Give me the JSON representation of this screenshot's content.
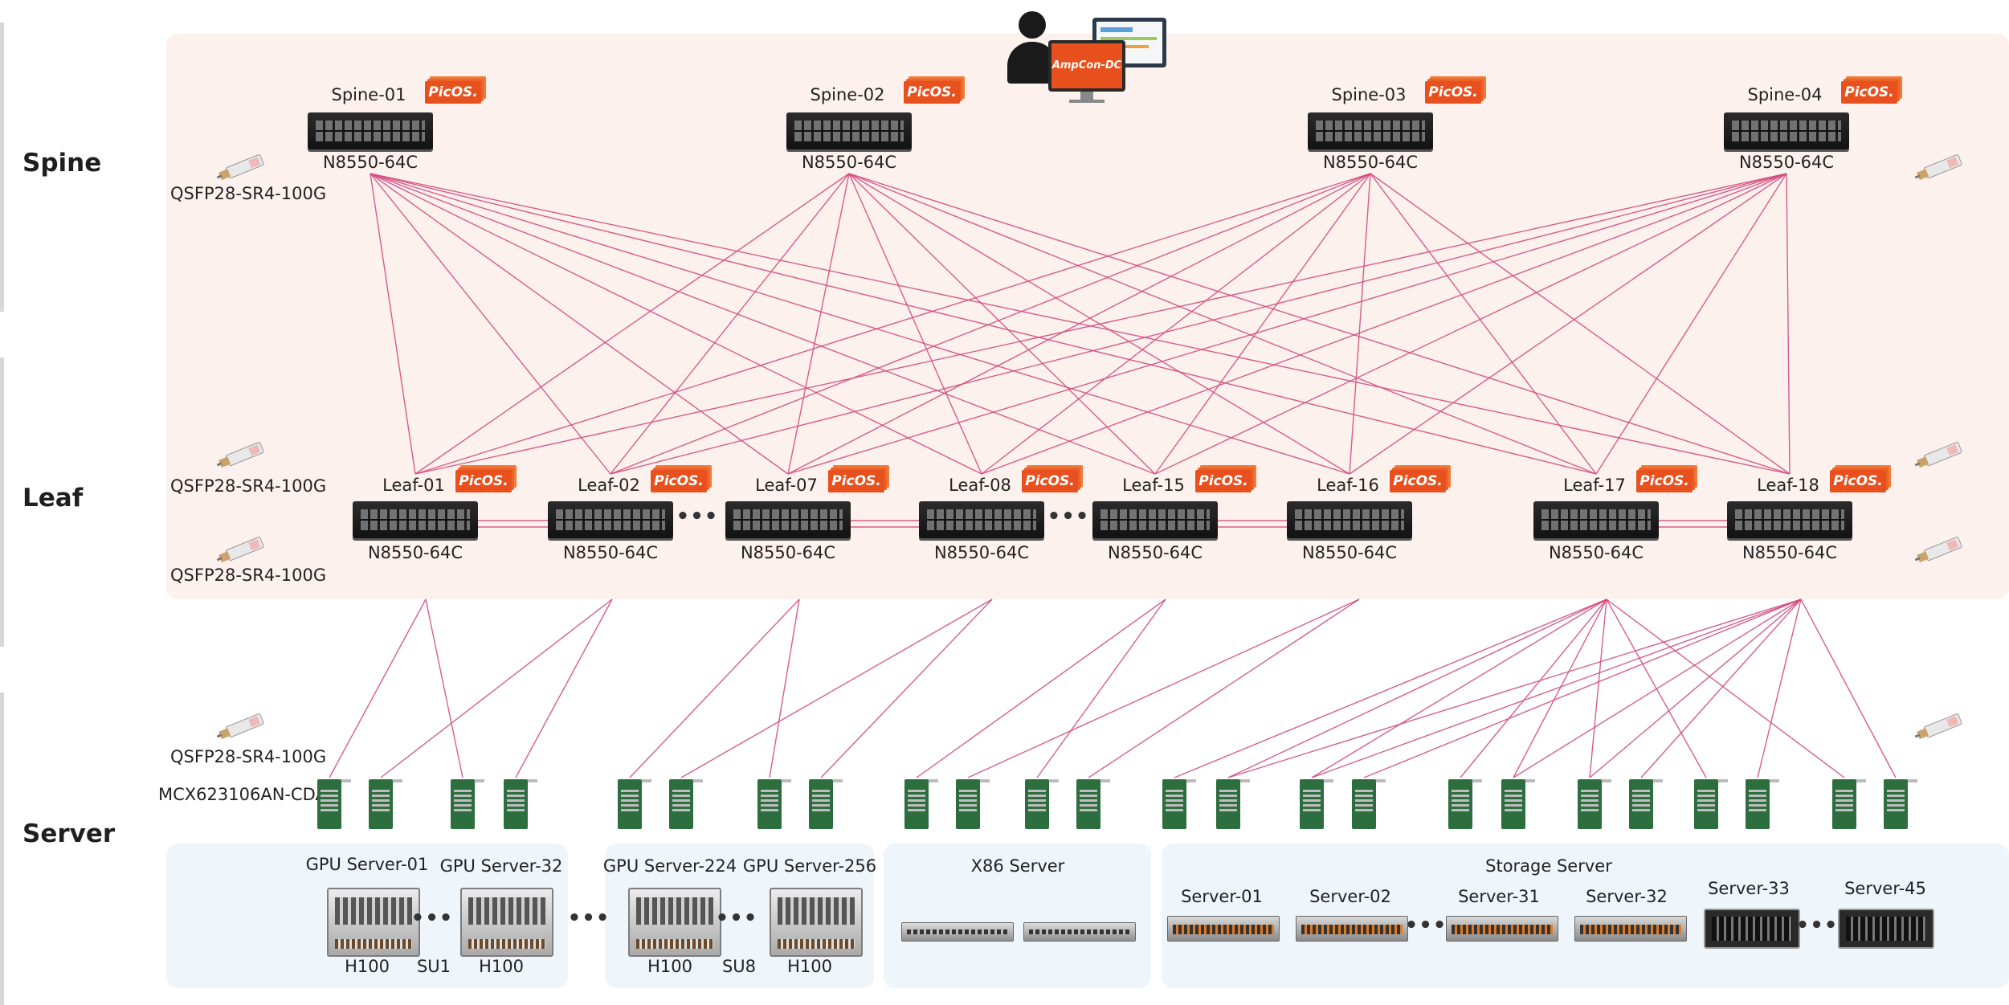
{
  "layers": {
    "spine": "Spine",
    "leaf": "Leaf",
    "server": "Server"
  },
  "switch_model": "N8550-64C",
  "nos_badge": "PicOS.",
  "mgmt_badge": "AmpCon-DC",
  "spines": [
    {
      "name": "Spine-01",
      "model": "N8550-64C"
    },
    {
      "name": "Spine-02",
      "model": "N8550-64C"
    },
    {
      "name": "Spine-03",
      "model": "N8550-64C"
    },
    {
      "name": "Spine-04",
      "model": "N8550-64C"
    }
  ],
  "leaves": [
    {
      "name": "Leaf-01",
      "model": "N8550-64C"
    },
    {
      "name": "Leaf-02",
      "model": "N8550-64C"
    },
    {
      "name": "Leaf-07",
      "model": "N8550-64C"
    },
    {
      "name": "Leaf-08",
      "model": "N8550-64C"
    },
    {
      "name": "Leaf-15",
      "model": "N8550-64C"
    },
    {
      "name": "Leaf-16",
      "model": "N8550-64C"
    },
    {
      "name": "Leaf-17",
      "model": "N8550-64C"
    },
    {
      "name": "Leaf-18",
      "model": "N8550-64C"
    }
  ],
  "transceivers": {
    "spine_left": "QSFP28-SR4-100G",
    "leaf_left_top": "QSFP28-SR4-100G",
    "leaf_left_bottom": "QSFP28-SR4-100G",
    "server_left": "QSFP28-SR4-100G"
  },
  "nic_model": "MCX623106AN-CDAT",
  "gpu_groups": [
    {
      "servers": [
        {
          "name": "GPU Server-01",
          "gpu": "H100"
        },
        {
          "name": "GPU Server-32",
          "gpu": "H100"
        }
      ],
      "unit": "SU1"
    },
    {
      "servers": [
        {
          "name": "GPU Server-224",
          "gpu": "H100"
        },
        {
          "name": "GPU Server-256",
          "gpu": "H100"
        }
      ],
      "unit": "SU8"
    }
  ],
  "x86": {
    "title": "X86 Server"
  },
  "storage": {
    "title": "Storage Server",
    "servers": [
      "Server-01",
      "Server-02",
      "Server-31",
      "Server-32",
      "Server-33",
      "Server-45"
    ]
  },
  "ellipsis": "•••",
  "colors": {
    "link": "#d24d7f",
    "badge": "#e8501e",
    "top_panel": "#fdf1ee",
    "server_panel": "#eef5fb"
  }
}
